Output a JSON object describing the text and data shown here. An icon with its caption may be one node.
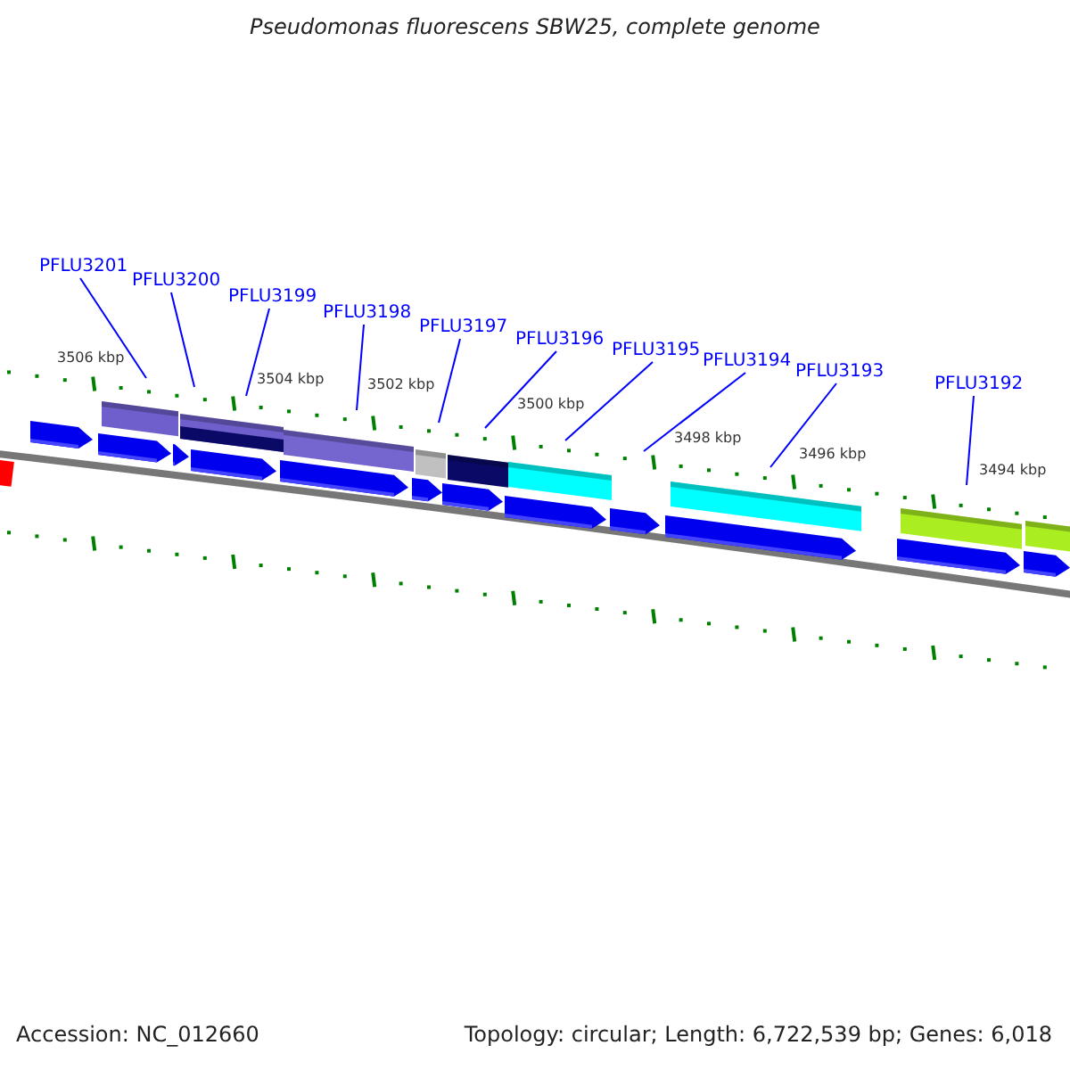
{
  "diagram": {
    "title": "Pseudomonas fluorescens SBW25, complete genome",
    "nodes": [
      {
        "text": [
          "PFLU3201"
        ]
      },
      {
        "text": [
          "PFLU3200"
        ]
      },
      {
        "text": [
          "PFLU3199"
        ]
      },
      {
        "text": [
          "PFLU3198"
        ]
      },
      {
        "text": [
          "PFLU3197"
        ]
      },
      {
        "text": [
          "PFLU3196"
        ]
      },
      {
        "text": [
          "PFLU3195"
        ]
      },
      {
        "text": [
          "PFLU3194"
        ]
      },
      {
        "text": [
          "PFLU3193"
        ]
      },
      {
        "text": [
          "PFLU3192"
        ]
      }
    ],
    "edges": [
      {
        "from": 0,
        "to": null,
        "arrow": "none"
      },
      {
        "from": 1,
        "to": null,
        "arrow": "none"
      },
      {
        "from": 2,
        "to": null,
        "arrow": "none"
      },
      {
        "from": 3,
        "to": null,
        "arrow": "none"
      },
      {
        "from": 4,
        "to": null,
        "arrow": "none"
      },
      {
        "from": 5,
        "to": null,
        "arrow": "none"
      },
      {
        "from": 6,
        "to": null,
        "arrow": "none"
      },
      {
        "from": 7,
        "to": null,
        "arrow": "none"
      },
      {
        "from": 8,
        "to": null,
        "arrow": "none"
      },
      {
        "from": 9,
        "to": null,
        "arrow": "none"
      }
    ],
    "labels": [
      "3506 kbp",
      "3504 kbp",
      "3502 kbp",
      "3500 kbp",
      "3498 kbp",
      "3496 kbp",
      "3494 kbp",
      "Accession: NC_012660",
      "Topology: circular; Length: 6,722,539 bp; Genes: 6,018"
    ]
  }
}
